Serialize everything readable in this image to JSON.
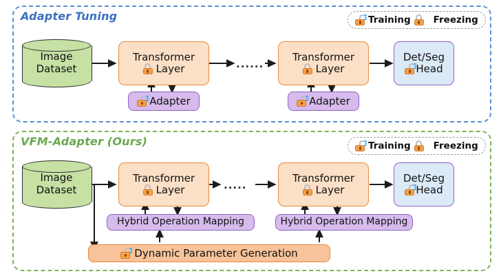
{
  "diagram": {
    "title_top": "Adapter Tuning",
    "title_bottom": "VFM-Adapter (Ours)",
    "colors": {
      "top_panel_border": "#5b8fd4",
      "bottom_panel_border": "#7cb257",
      "transformer_fill": "#fbdfc6",
      "transformer_border": "#e8883c",
      "adapter_fill": "#d6bbec",
      "adapter_border": "#8b63c4",
      "head_fill": "#dce9f7",
      "head_border": "#8b63c4",
      "dataset_fill": "#c7e0a4",
      "dpg_fill": "#f8c39a",
      "lock_body": "#f5a04a",
      "lock_shackle": "#b9bcc4"
    }
  },
  "legend": {
    "training_label": "Training",
    "freezing_label": "Freezing",
    "training_icon": "unlocked-lock-icon",
    "freezing_icon": "locked-lock-icon"
  },
  "top_panel": {
    "dataset": {
      "line1": "Image",
      "line2": "Dataset"
    },
    "transformer_1": {
      "line1": "Transformer",
      "line2": "Layer",
      "state": "frozen"
    },
    "transformer_2": {
      "line1": "Transformer",
      "line2": "Layer",
      "state": "frozen"
    },
    "adapter_1": {
      "label": "Adapter",
      "state": "training"
    },
    "adapter_2": {
      "label": "Adapter",
      "state": "training"
    },
    "head": {
      "line1": "Det/Seg",
      "line2": "Head",
      "state": "training"
    },
    "ellipsis": "......"
  },
  "bottom_panel": {
    "dataset": {
      "line1": "Image",
      "line2": "Dataset"
    },
    "transformer_1": {
      "line1": "Transformer",
      "line2": "Layer",
      "state": "frozen"
    },
    "transformer_2": {
      "line1": "Transformer",
      "line2": "Layer",
      "state": "frozen"
    },
    "hom_1": {
      "label": "Hybrid Operation Mapping"
    },
    "hom_2": {
      "label": "Hybrid Operation Mapping"
    },
    "dpg": {
      "label": "Dynamic Parameter Generation",
      "state": "training"
    },
    "head": {
      "line1": "Det/Seg",
      "line2": "Head",
      "state": "training"
    },
    "ellipsis": "....."
  }
}
